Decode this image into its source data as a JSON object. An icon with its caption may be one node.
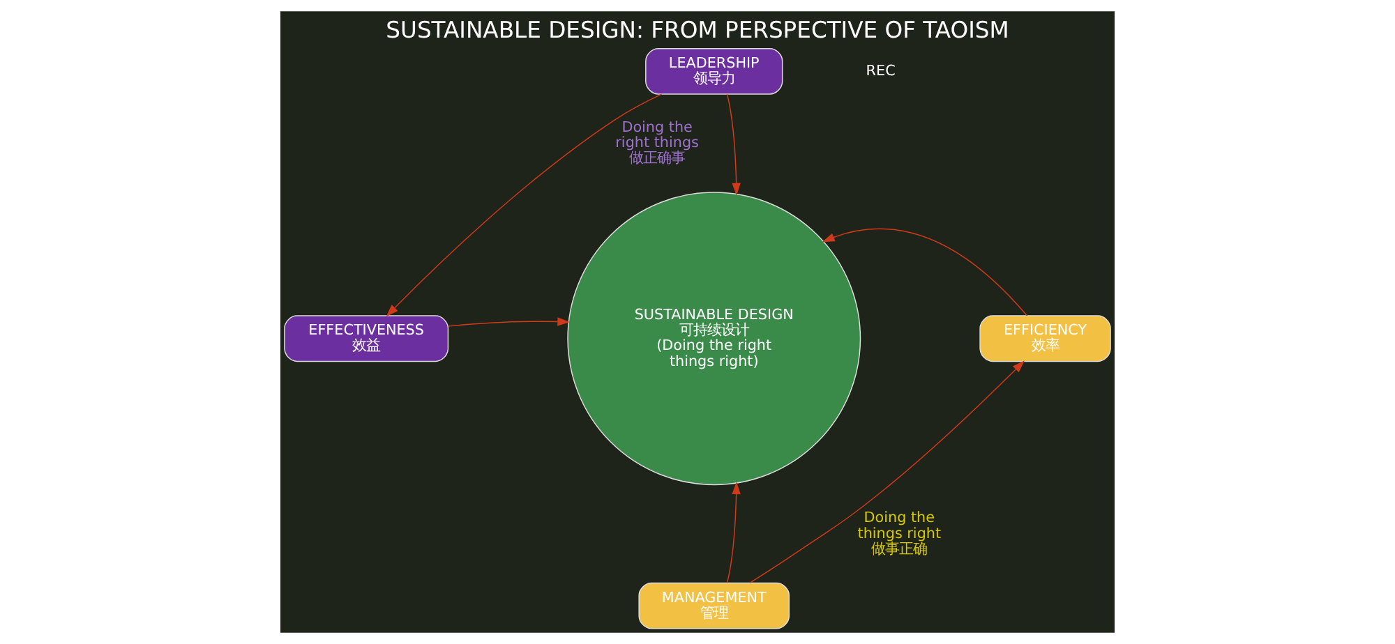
{
  "diagram": {
    "title": "SUSTAINABLE DESIGN: FROM PERSPECTIVE OF TAOISM",
    "nodes": [
      {
        "text": [
          "LEADERSHIP",
          "领导力"
        ]
      },
      {
        "text": [
          "EFFECTIVENESS",
          "效益"
        ]
      },
      {
        "text": [
          "SUSTAINABLE DESIGN",
          "可持续设计",
          "(Doing the right things right)"
        ]
      },
      {
        "text": [
          "EFFICIENCY",
          "效率"
        ]
      },
      {
        "text": [
          "MANAGEMENT",
          "管理"
        ]
      }
    ],
    "edges": [
      {
        "from": 0,
        "to": 2,
        "arrow": "to"
      },
      {
        "from": 1,
        "to": 2,
        "arrow": "to"
      },
      {
        "from": 3,
        "to": 2,
        "arrow": "to"
      },
      {
        "from": 4,
        "to": 2,
        "arrow": "to"
      },
      {
        "from": 0,
        "to": 1,
        "arrow": "to",
        "label": "Doing the right things 做正确事"
      },
      {
        "from": 4,
        "to": 3,
        "arrow": "to",
        "label": "Doing the things right 做事正确"
      }
    ],
    "labels": [
      "REC"
    ]
  }
}
